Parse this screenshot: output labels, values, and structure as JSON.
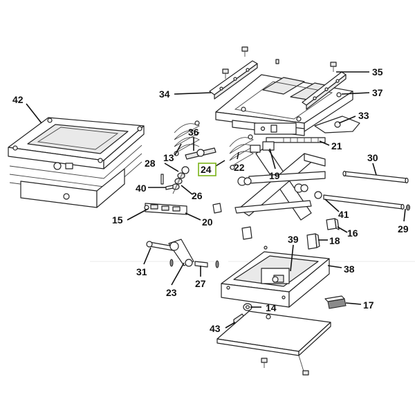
{
  "callouts": {
    "c42": "42",
    "c34": "34",
    "c35": "35",
    "c37": "37",
    "c33": "33",
    "c36": "36",
    "c13": "13",
    "c21": "21",
    "c22": "22",
    "c24": "24",
    "c19": "19",
    "c28": "28",
    "c30": "30",
    "c40": "40",
    "c26": "26",
    "c41": "41",
    "c29": "29",
    "c15": "15",
    "c20": "20",
    "c16": "16",
    "c39": "39",
    "c18": "18",
    "c31": "31",
    "c38": "38",
    "c23": "23",
    "c27": "27",
    "c14": "14",
    "c17": "17",
    "c43": "43"
  },
  "highlight": {
    "label": "24",
    "color": "#7ab317"
  }
}
